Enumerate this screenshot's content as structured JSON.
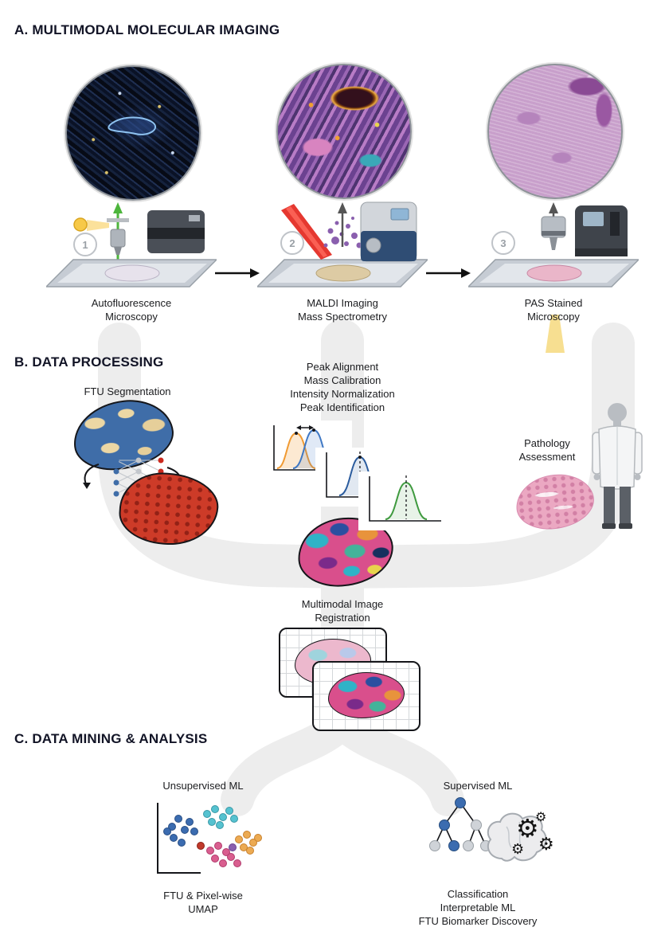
{
  "figure": {
    "section_a_title": "A. MULTIMODAL MOLECULAR IMAGING",
    "section_b_title": "B. DATA PROCESSING",
    "section_c_title": "C. DATA MINING & ANALYSIS"
  },
  "stations": [
    {
      "number": "1",
      "label_line1": "Autofluorescence",
      "label_line2": "Microscopy"
    },
    {
      "number": "2",
      "label_line1": "MALDI Imaging",
      "label_line2": "Mass Spectrometry"
    },
    {
      "number": "3",
      "label_line1": "PAS Stained",
      "label_line2": "Microscopy"
    }
  ],
  "processing": {
    "ftu_segmentation": "FTU Segmentation",
    "peak_steps": [
      "Peak Alignment",
      "Mass Calibration",
      "Intensity Normalization",
      "Peak Identification"
    ],
    "pathology_line1": "Pathology",
    "pathology_line2": "Assessment",
    "registration_line1": "Multimodal Image",
    "registration_line2": "Registration"
  },
  "analysis": {
    "unsupervised_title": "Unsupervised ML",
    "unsupervised_caption_line1": "FTU & Pixel-wise",
    "unsupervised_caption_line2": "UMAP",
    "supervised_title": "Supervised ML",
    "supervised_caption_line1": "Classification",
    "supervised_caption_line2": "Interpretable ML",
    "supervised_caption_line3": "FTU Biomarker Discovery"
  },
  "colors": {
    "flow_gray": "#ededed",
    "excitation_green": "#4db53c",
    "laser_red": "#e3271e",
    "maldi_purple": "#8a5fae",
    "cluster_blue": "#3b6cb0",
    "cluster_teal": "#55c2d0",
    "cluster_orange": "#ecaa52",
    "cluster_pink": "#d95e8f",
    "segmentation_red": "#cd3b28"
  }
}
